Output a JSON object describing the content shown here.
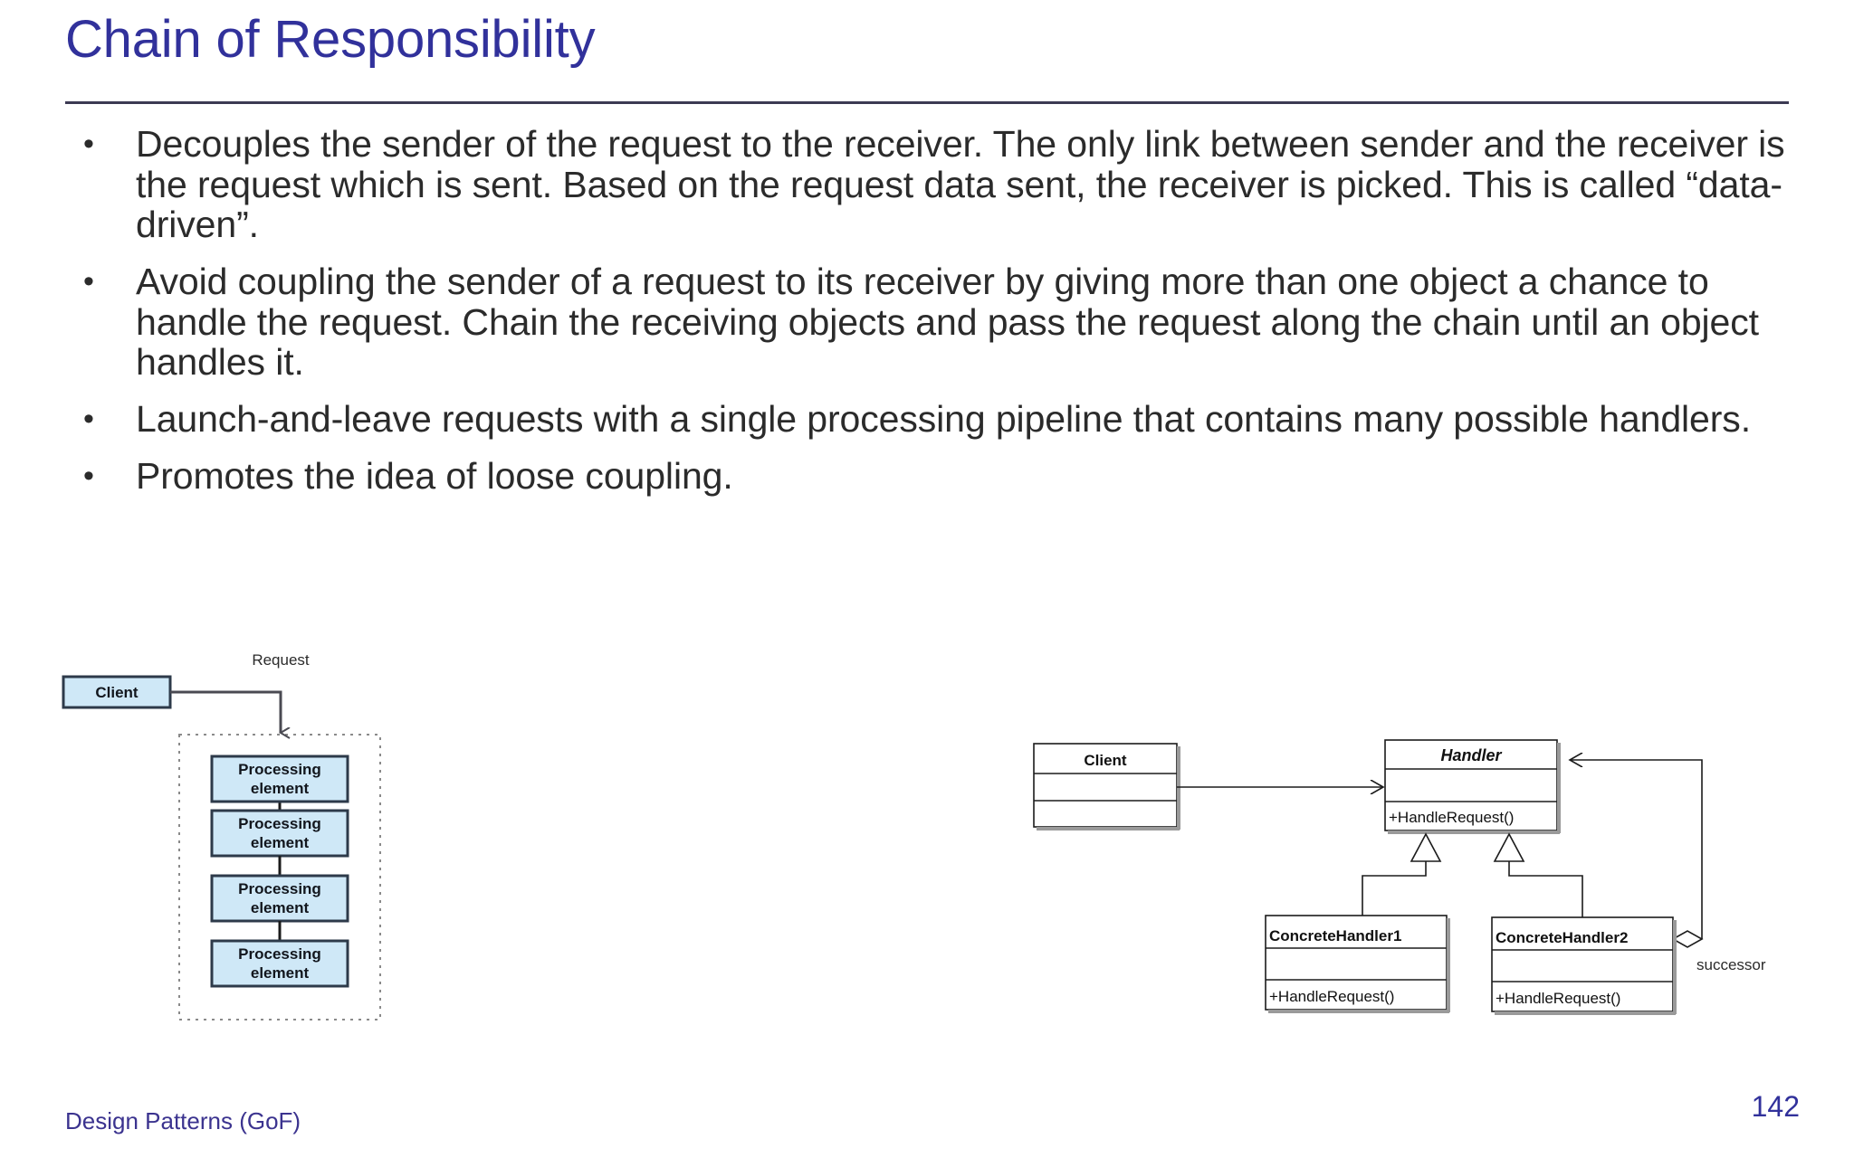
{
  "slide": {
    "title": "Chain of Responsibility",
    "accent_color": "#31319B",
    "rule_color": "#3c3a53",
    "body_color": "#2b2b2b",
    "background": "#ffffff",
    "bullets": [
      "Decouples the sender of the request to the receiver. The only link between sender and the receiver is the request which is sent. Based on the request data sent, the receiver is picked. This is called “data-driven”.",
      "Avoid coupling the sender of a request to its receiver by giving more than one object a chance to handle the request. Chain the receiving objects and pass the request along the chain until an object handles it.",
      "Launch-and-leave requests with a single processing pipeline that contains many possible handlers.",
      "Promotes the idea of loose coupling."
    ],
    "bullet_glyph": "•",
    "footer": "Design Patterns (GoF)",
    "footer_color": "#3b338f",
    "page_number": "142"
  },
  "diagram_left": {
    "name": "chain-pipeline-diagram",
    "box_fill": "#cfe8f7",
    "box_stroke": "#2d3a4a",
    "container_stroke": "#7f7f7f",
    "client_label": "Client",
    "request_label": "Request",
    "element_label_line1": "Processing",
    "element_label_line2": "element",
    "elements": [
      {
        "line1": "Processing",
        "line2": "element"
      },
      {
        "line1": "Processing",
        "line2": "element"
      },
      {
        "line1": "Processing",
        "line2": "element"
      },
      {
        "line1": "Processing",
        "line2": "element"
      }
    ]
  },
  "diagram_right": {
    "name": "chain-of-responsibility-uml",
    "box_fill": "#ffffff",
    "box_stroke": "#000000",
    "shadow_color": "#9a9a9a",
    "classes": [
      {
        "id": "client",
        "name": "Client",
        "italic": false,
        "operations": []
      },
      {
        "id": "handler",
        "name": "Handler",
        "italic": true,
        "operations": [
          "+HandleRequest()"
        ]
      },
      {
        "id": "concrete1",
        "name": "ConcreteHandler1",
        "italic": false,
        "operations": [
          "+HandleRequest()"
        ]
      },
      {
        "id": "concrete2",
        "name": "ConcreteHandler2",
        "italic": false,
        "operations": [
          "+HandleRequest()"
        ]
      }
    ],
    "association_label": "successor",
    "relations": [
      {
        "from": "client",
        "to": "handler",
        "type": "association"
      },
      {
        "from": "concrete1",
        "to": "handler",
        "type": "generalization"
      },
      {
        "from": "concrete2",
        "to": "handler",
        "type": "generalization"
      },
      {
        "from": "concrete2",
        "to": "handler",
        "type": "aggregation",
        "label": "successor"
      }
    ]
  }
}
